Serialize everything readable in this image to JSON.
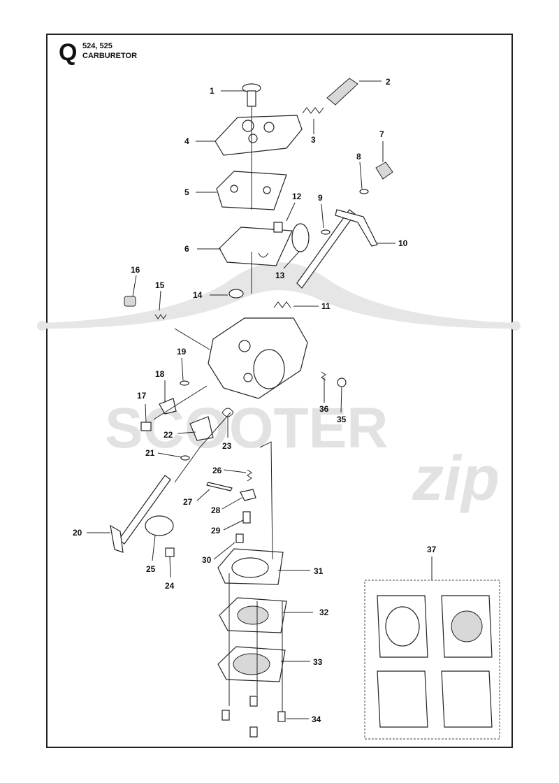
{
  "header": {
    "section_letter": "Q",
    "models": "524, 525",
    "title": "CARBURETOR"
  },
  "watermark": {
    "brand_main": "SCOOTER",
    "brand_script": "zip"
  },
  "callouts": [
    "1",
    "2",
    "3",
    "4",
    "5",
    "6",
    "7",
    "8",
    "9",
    "10",
    "11",
    "12",
    "13",
    "14",
    "15",
    "16",
    "17",
    "18",
    "19",
    "20",
    "21",
    "22",
    "23",
    "24",
    "25",
    "26",
    "27",
    "28",
    "29",
    "30",
    "31",
    "32",
    "33",
    "34",
    "35",
    "36",
    "37"
  ],
  "colors": {
    "ink": "#222222",
    "watermark": "#e2e2e2"
  }
}
